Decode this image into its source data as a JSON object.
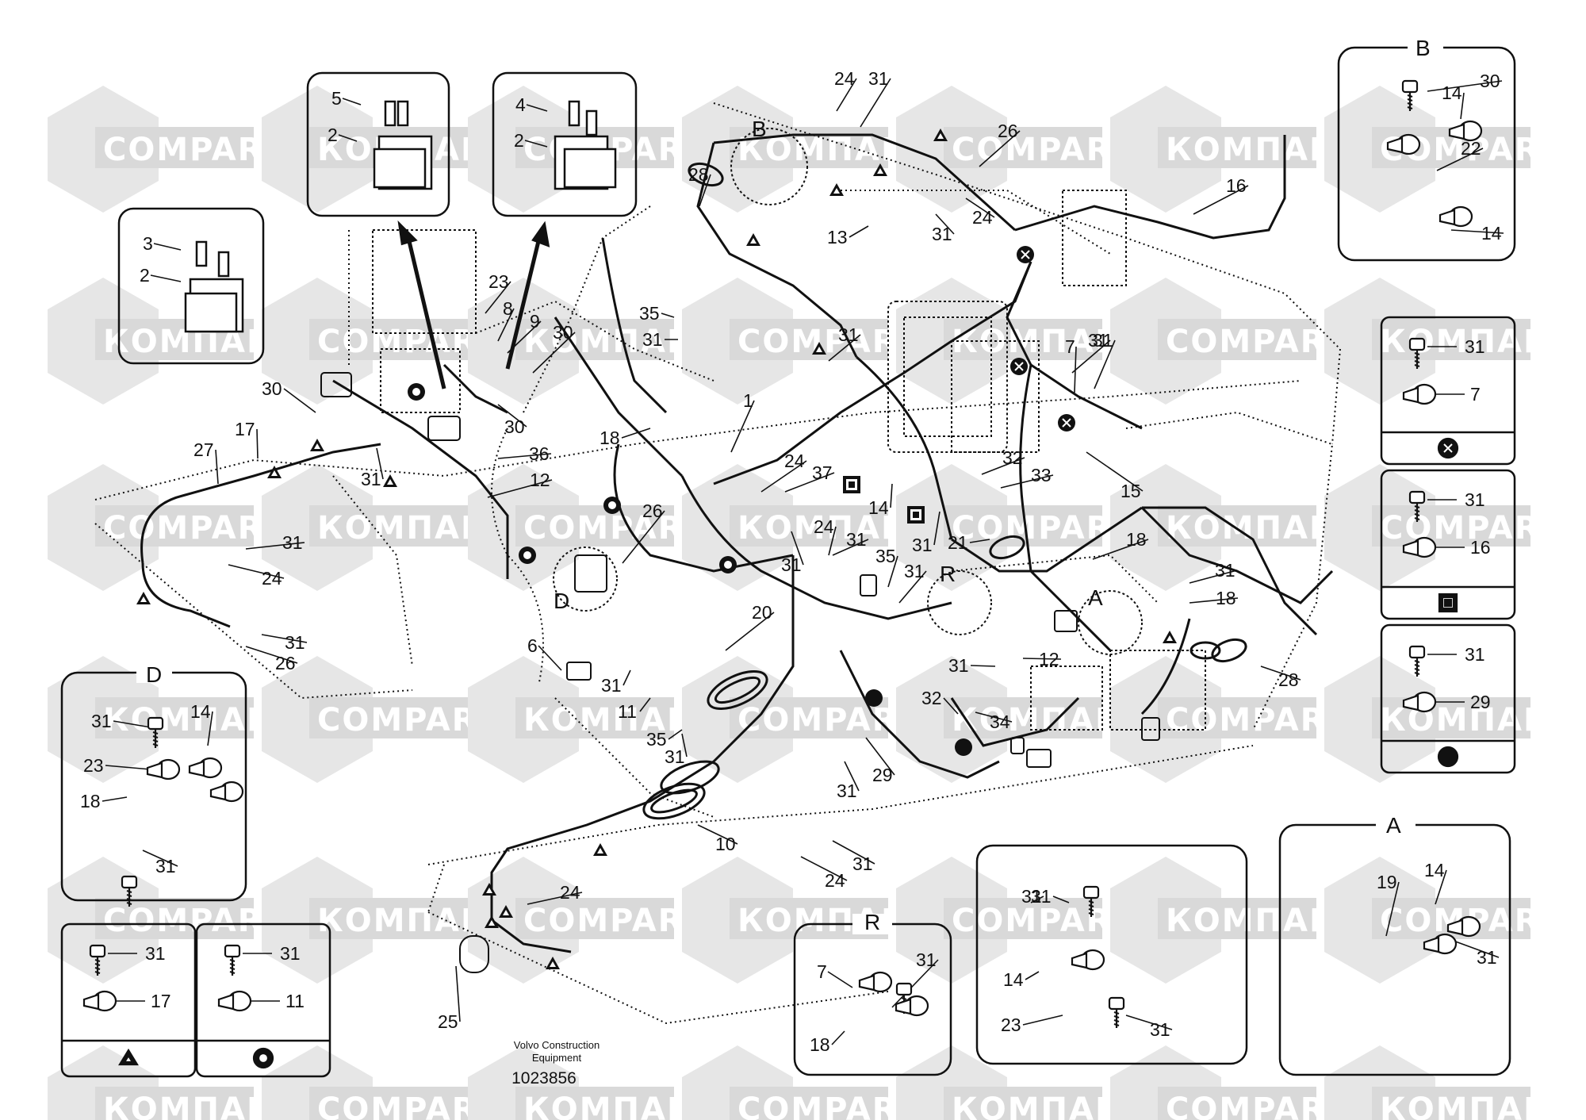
{
  "watermark": {
    "brand_latin": "COMPART",
    "brand_cyrillic": "КОМПАРТ"
  },
  "footer": {
    "manufacturer_line1": "Volvo Construction",
    "manufacturer_line2": "Equipment",
    "drawing_number": "1023856"
  },
  "detail_letters": {
    "A": "A",
    "B": "B",
    "D": "D",
    "R": "R"
  },
  "legend_boxes": [
    {
      "bolt_ref": "31",
      "clamp_ref": "7",
      "symbol": "circle-x"
    },
    {
      "bolt_ref": "31",
      "clamp_ref": "16",
      "symbol": "square"
    },
    {
      "bolt_ref": "31",
      "clamp_ref": "29",
      "symbol": "filled-circle"
    },
    {
      "bolt_ref": "31",
      "clamp_ref": "17",
      "symbol": "triangle"
    },
    {
      "bolt_ref": "31",
      "clamp_ref": "11",
      "symbol": "ring"
    }
  ],
  "callouts": [
    "1",
    "2",
    "3",
    "4",
    "5",
    "6",
    "7",
    "8",
    "9",
    "10",
    "11",
    "12",
    "13",
    "14",
    "15",
    "16",
    "17",
    "18",
    "19",
    "20",
    "21",
    "22",
    "23",
    "24",
    "25",
    "26",
    "27",
    "28",
    "29",
    "30",
    "31",
    "32",
    "33",
    "34",
    "35",
    "36",
    "37"
  ],
  "colors": {
    "line": "#111111",
    "watermark_band": "#d9d9d9",
    "watermark_text": "#ffffff",
    "background": "#ffffff"
  }
}
